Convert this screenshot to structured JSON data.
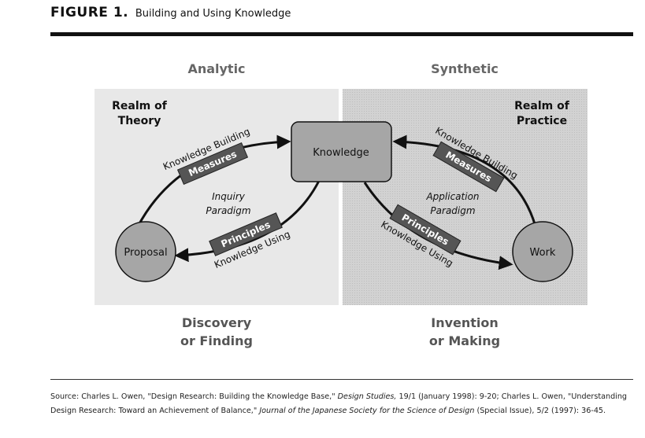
{
  "figure": {
    "label": "FIGURE 1.",
    "subtitle": "Building and Using Knowledge"
  },
  "headers": {
    "left": "Analytic",
    "right": "Synthetic"
  },
  "realms": {
    "left": [
      "Realm of",
      "Theory"
    ],
    "right": [
      "Realm of",
      "Practice"
    ]
  },
  "nodes": {
    "knowledge": "Knowledge",
    "proposal": "Proposal",
    "work": "Work"
  },
  "left_side": {
    "top_path": "Knowledge Building",
    "top_banner": "Measures",
    "paradigm": [
      "Inquiry",
      "Paradigm"
    ],
    "bottom_banner": "Principles",
    "bottom_path": "Knowledge Using"
  },
  "right_side": {
    "top_path": "Knowledge Building",
    "top_banner": "Measures",
    "paradigm": [
      "Application",
      "Paradigm"
    ],
    "bottom_banner": "Principles",
    "bottom_path": "Knowledge Using"
  },
  "footers": {
    "left": [
      "Discovery",
      "or Finding"
    ],
    "right": [
      "Invention",
      "or Making"
    ]
  },
  "source": {
    "part1": "Source: Charles L. Owen, \"Design Research: Building the Knowledge Base,\" ",
    "journal1": "Design Studies,",
    "part2": " 19/1 (January 1998): 9-20; Charles L. Owen, \"Understanding Design Research: Toward an Achievement of Balance,\" ",
    "journal2": "Journal of the Japanese Society for the Science of Design",
    "part3": " (Special Issue), 5/2 (1997): 36-45."
  },
  "colors": {
    "left_panel": "#e8e8e8",
    "right_panel": "#cfcfcf",
    "node_fill": "#a6a6a6",
    "banner_fill": "#555555",
    "stroke": "#111111"
  }
}
